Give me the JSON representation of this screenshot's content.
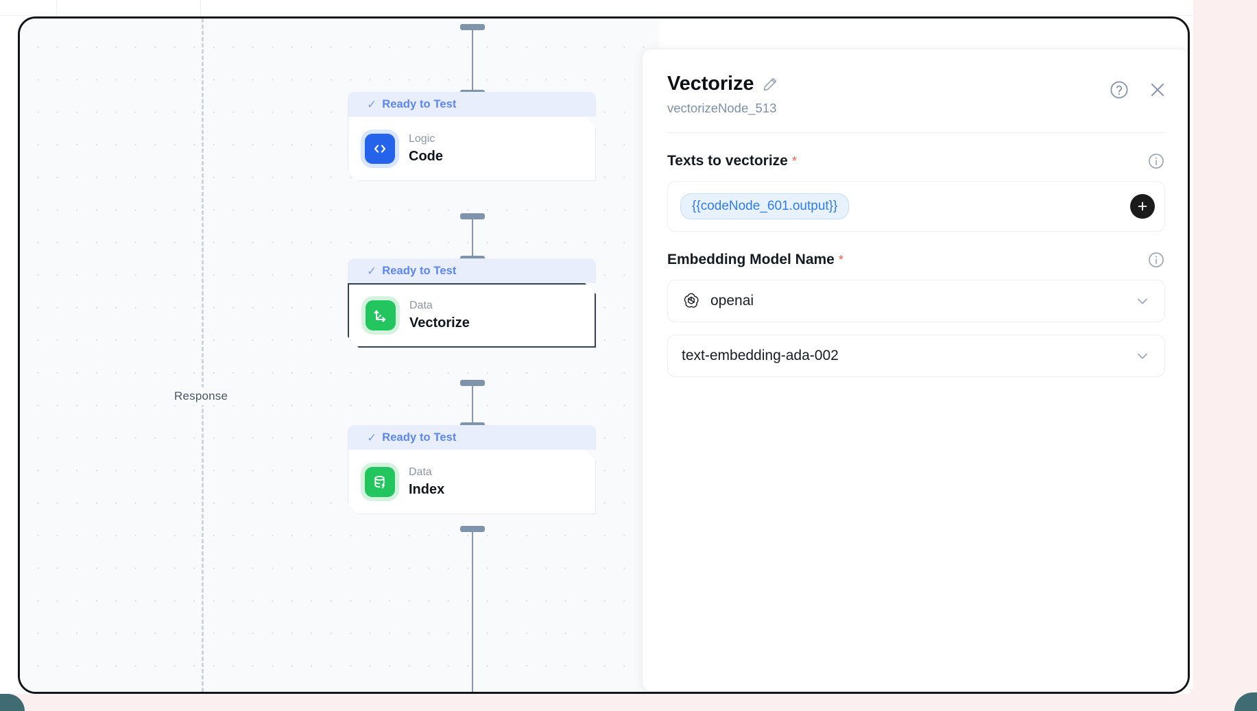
{
  "canvas": {
    "response_label": "Response",
    "nodes": [
      {
        "status": "Ready to Test",
        "kind": "Logic",
        "title": "Code",
        "icon": "code-brackets-icon",
        "color": "#2563eb",
        "selected": false
      },
      {
        "status": "Ready to Test",
        "kind": "Data",
        "title": "Vectorize",
        "icon": "vector-axes-icon",
        "color": "#22c55e",
        "selected": true
      },
      {
        "status": "Ready to Test",
        "kind": "Data",
        "title": "Index",
        "icon": "database-index-icon",
        "color": "#22c55e",
        "selected": false
      }
    ]
  },
  "panel": {
    "title": "Vectorize",
    "subtitle": "vectorizeNode_513",
    "edit_icon": "pencil-icon",
    "help_icon": "question-circle-icon",
    "close_icon": "close-icon",
    "fields": [
      {
        "label": "Texts to vectorize",
        "required": "*",
        "info_icon": "info-icon",
        "type": "token-input",
        "tokens": [
          "{{codeNode_601.output}}"
        ],
        "add_label": "+"
      },
      {
        "label": "Embedding Model Name",
        "required": "*",
        "info_icon": "info-icon",
        "type": "select-group",
        "selects": [
          {
            "value": "openai",
            "logo": "openai-logo-icon",
            "chevron": "chevron-down-icon"
          },
          {
            "value": "text-embedding-ada-002",
            "logo": null,
            "chevron": "chevron-down-icon"
          }
        ]
      }
    ]
  },
  "colors": {
    "accent_blue": "#5b85f0",
    "status_bg": "#e8eefc",
    "node_green": "#22c55e",
    "node_blue": "#2563eb",
    "required_red": "#f0604a",
    "token_blue": "#2f7ced"
  }
}
